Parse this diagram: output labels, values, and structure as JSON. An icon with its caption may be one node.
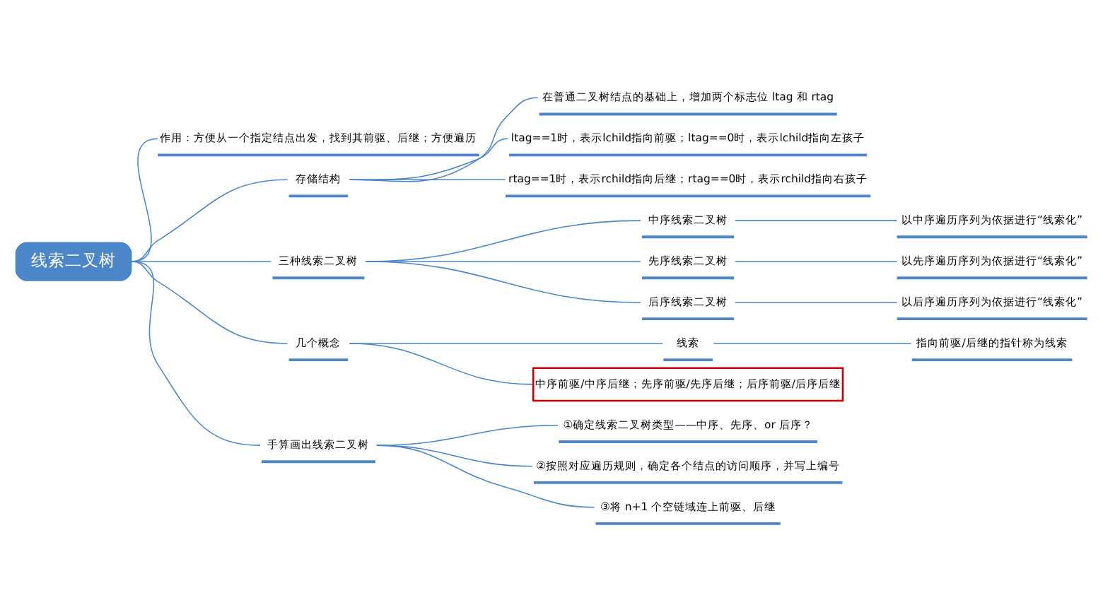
{
  "diagram": {
    "nodes": [
      {
        "text": [
          "线索二叉树"
        ]
      },
      {
        "text": [
          "作用：方便从一个指定结点出发，找到其前驱、后继；方便遍历"
        ]
      },
      {
        "text": [
          "存储结构"
        ]
      },
      {
        "text": [
          "在普通二叉树结点的基础上，增加两个标志位 ltag 和 rtag"
        ]
      },
      {
        "text": [
          "ltag==1时，表示lchild指向前驱；ltag==0时，表示lchild指向左孩子"
        ]
      },
      {
        "text": [
          "rtag==1时，表示rchild指向后继；rtag==0时，表示rchild指向右孩子"
        ]
      },
      {
        "text": [
          "三种线索二叉树"
        ]
      },
      {
        "text": [
          "中序线索二叉树"
        ]
      },
      {
        "text": [
          "以中序遍历序列为依据进行“线索化”"
        ]
      },
      {
        "text": [
          "先序线索二叉树"
        ]
      },
      {
        "text": [
          "以先序遍历序列为依据进行“线索化”"
        ]
      },
      {
        "text": [
          "后序线索二叉树"
        ]
      },
      {
        "text": [
          "以后序遍历序列为依据进行“线索化”"
        ]
      },
      {
        "text": [
          "几个概念"
        ]
      },
      {
        "text": [
          "线索"
        ]
      },
      {
        "text": [
          "指向前驱/后继的指针称为线索"
        ]
      },
      {
        "text": [
          "中序前驱/中序后继；先序前驱/先序后继；后序前驱/后序后继"
        ]
      },
      {
        "text": [
          "手算画出线索二叉树"
        ]
      },
      {
        "text": [
          "①确定线索二叉树类型——中序、先序、or 后序？"
        ]
      },
      {
        "text": [
          "②按照对应遍历规则，确定各个结点的访问顺序，并写上编号"
        ]
      },
      {
        "text": [
          "③将 n+1 个空链域连上前驱、后继"
        ]
      }
    ],
    "edges": [
      {
        "from": 0,
        "to": 1,
        "arrow": "none"
      },
      {
        "from": 0,
        "to": 2,
        "arrow": "none"
      },
      {
        "from": 2,
        "to": 3,
        "arrow": "none"
      },
      {
        "from": 2,
        "to": 4,
        "arrow": "none"
      },
      {
        "from": 2,
        "to": 5,
        "arrow": "none"
      },
      {
        "from": 0,
        "to": 6,
        "arrow": "none"
      },
      {
        "from": 6,
        "to": 7,
        "arrow": "none"
      },
      {
        "from": 7,
        "to": 8,
        "arrow": "none"
      },
      {
        "from": 6,
        "to": 9,
        "arrow": "none"
      },
      {
        "from": 9,
        "to": 10,
        "arrow": "none"
      },
      {
        "from": 6,
        "to": 11,
        "arrow": "none"
      },
      {
        "from": 11,
        "to": 12,
        "arrow": "none"
      },
      {
        "from": 0,
        "to": 13,
        "arrow": "none"
      },
      {
        "from": 13,
        "to": 14,
        "arrow": "none"
      },
      {
        "from": 14,
        "to": 15,
        "arrow": "none"
      },
      {
        "from": 13,
        "to": 16,
        "arrow": "none"
      },
      {
        "from": 0,
        "to": 17,
        "arrow": "none"
      },
      {
        "from": 17,
        "to": 18,
        "arrow": "none"
      },
      {
        "from": 17,
        "to": 19,
        "arrow": "none"
      },
      {
        "from": 17,
        "to": 20,
        "arrow": "none"
      }
    ]
  }
}
